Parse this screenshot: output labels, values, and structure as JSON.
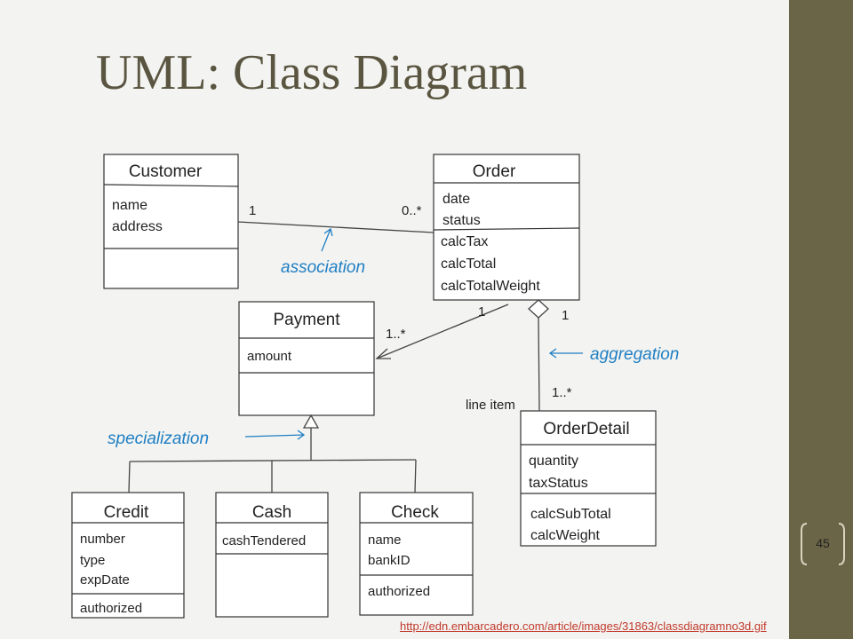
{
  "slide": {
    "title": "UML: Class Diagram",
    "page_number": "45",
    "source_link": "http://edn.embarcadero.com/article/images/31863/classdiagramno3d.gif"
  },
  "classes": {
    "customer": {
      "name": "Customer",
      "attributes": [
        "name",
        "address"
      ]
    },
    "order": {
      "name": "Order",
      "attributes": [
        "date",
        "status"
      ],
      "operations": [
        "calcTax",
        "calcTotal",
        "calcTotalWeight"
      ]
    },
    "payment": {
      "name": "Payment",
      "attributes": [
        "amount"
      ]
    },
    "order_detail": {
      "name": "OrderDetail",
      "attributes": [
        "quantity",
        "taxStatus"
      ],
      "operations": [
        "calcSubTotal",
        "calcWeight"
      ]
    },
    "credit": {
      "name": "Credit",
      "attributes": [
        "number",
        "type",
        "expDate"
      ],
      "operations": [
        "authorized"
      ]
    },
    "cash": {
      "name": "Cash",
      "attributes": [
        "cashTendered"
      ]
    },
    "check": {
      "name": "Check",
      "attributes": [
        "name",
        "bankID"
      ],
      "operations": [
        "authorized"
      ]
    }
  },
  "multiplicities": {
    "customer_order_customer_end": "1",
    "customer_order_order_end": "0..*",
    "order_payment_order_end": "1",
    "order_payment_payment_end": "1..*",
    "order_detail_order_end": "1",
    "order_detail_detail_end": "1..*",
    "line_item_role": "line item"
  },
  "annotations": {
    "association": "association",
    "aggregation": "aggregation",
    "specialization": "specialization"
  },
  "colors": {
    "sidebar": "#6b6547",
    "title": "#5a5540",
    "annotation": "#1f7fc4",
    "link": "#c0392b"
  }
}
